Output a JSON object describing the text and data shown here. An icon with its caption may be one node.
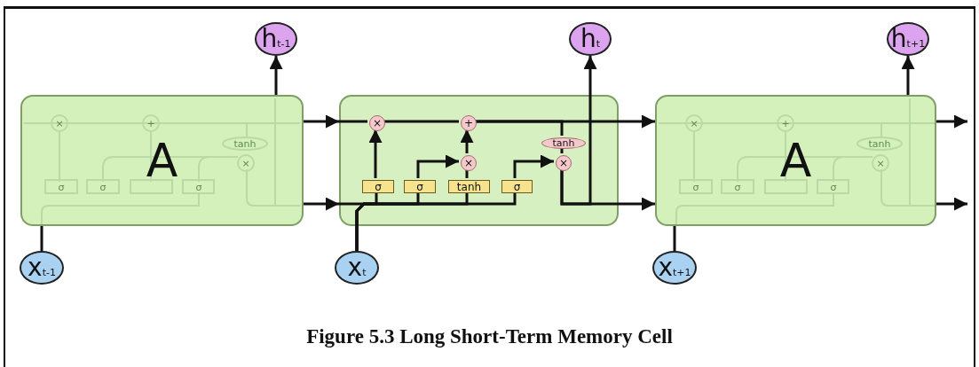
{
  "diagram": {
    "caption": "Figure 5.3 Long Short-Term Memory Cell",
    "nodes": [
      {
        "text": [
          "A"
        ]
      },
      {
        "text": [],
        "shape": "box"
      },
      {
        "text": [
          "A"
        ]
      },
      {
        "text": [
          "h$_{t-1}$"
        ]
      },
      {
        "text": [
          "h$_{t}$"
        ]
      },
      {
        "text": [
          "h$_{t+1}$"
        ]
      },
      {
        "text": [
          "x$_{t-1}$"
        ]
      },
      {
        "text": [
          "x$_{t}$"
        ]
      },
      {
        "text": [
          "x$_{t+1}$"
        ]
      },
      {
        "text": [
          "×"
        ],
        "in": 1
      },
      {
        "text": [
          "+"
        ],
        "in": 1
      },
      {
        "text": [
          "tanh"
        ],
        "in": 1
      },
      {
        "text": [
          "×"
        ],
        "in": 1
      },
      {
        "text": [
          "×"
        ],
        "in": 1
      },
      {
        "text": [
          "σ"
        ],
        "in": 1
      },
      {
        "text": [
          "σ"
        ],
        "in": 1
      },
      {
        "text": [
          "tanh"
        ],
        "in": 1
      },
      {
        "text": [
          "σ"
        ],
        "in": 1
      }
    ],
    "edges": [
      {
        "from": 0,
        "to": 1,
        "arrow": "to"
      },
      {
        "from": 1,
        "to": 9,
        "arrow": "none"
      },
      {
        "from": 9,
        "to": 10,
        "arrow": "none"
      },
      {
        "from": 10,
        "to": 2,
        "arrow": "to"
      },
      {
        "from": 10,
        "to": 11,
        "arrow": "none"
      },
      {
        "from": 0,
        "to": 1,
        "arrow": "to"
      },
      {
        "from": 7,
        "to": 14,
        "arrow": "none"
      },
      {
        "from": 7,
        "to": 15,
        "arrow": "none"
      },
      {
        "from": 7,
        "to": 16,
        "arrow": "none"
      },
      {
        "from": 7,
        "to": 17,
        "arrow": "none"
      },
      {
        "from": 14,
        "to": 9,
        "arrow": "to"
      },
      {
        "from": 15,
        "to": 12,
        "arrow": "to"
      },
      {
        "from": 16,
        "to": 12,
        "arrow": "none"
      },
      {
        "from": 12,
        "to": 10,
        "arrow": "to"
      },
      {
        "from": 17,
        "to": 13,
        "arrow": "to"
      },
      {
        "from": 11,
        "to": 13,
        "arrow": "none"
      },
      {
        "from": 13,
        "to": 2,
        "arrow": "to"
      },
      {
        "from": 13,
        "to": 4,
        "arrow": "to"
      },
      {
        "from": 0,
        "to": 3,
        "arrow": "to"
      },
      {
        "from": 2,
        "to": 5,
        "arrow": "to"
      },
      {
        "from": 6,
        "to": 0,
        "arrow": "none"
      },
      {
        "from": 8,
        "to": 2,
        "arrow": "none"
      },
      {
        "from": 2,
        "to": null,
        "arrow": "to"
      },
      {
        "from": 2,
        "to": null,
        "arrow": "to"
      }
    ],
    "labels": [
      "×",
      "+",
      "tanh",
      "×",
      "σ",
      "σ",
      "σ",
      "×",
      "+",
      "tanh",
      "×",
      "σ",
      "σ",
      "σ"
    ]
  }
}
